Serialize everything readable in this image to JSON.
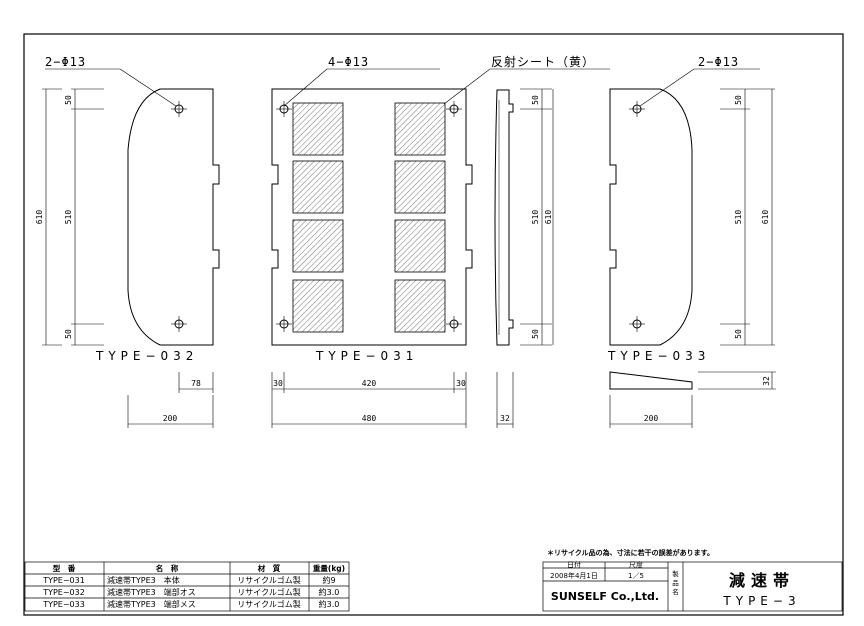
{
  "callouts": {
    "holes_left": "2−Φ13",
    "holes_center": "4−Φ13",
    "reflector": "反射シート（黄）",
    "holes_right": "2−Φ13"
  },
  "views": {
    "type_032": {
      "label": "TYPE−032",
      "dim_total": "610",
      "dim_top": "50",
      "dim_mid": "510",
      "dim_bottom": "50",
      "dim_width": "200",
      "dim_offset": "78"
    },
    "type_031": {
      "label": "TYPE−031",
      "dim_left": "30",
      "dim_mid": "420",
      "dim_right": "30",
      "dim_width": "480"
    },
    "side": {
      "dim_top": "50",
      "dim_mid": "510",
      "dim_total": "610",
      "dim_bottom": "50",
      "dim_thickness": "32"
    },
    "type_033": {
      "label": "TYPE−033",
      "dim_top": "50",
      "dim_mid": "510",
      "dim_total": "610",
      "dim_bottom": "50",
      "dim_height": "32",
      "dim_width": "200"
    }
  },
  "note": "＊リサイクル品の為、寸法に若干の誤差があります。",
  "parts_table": {
    "headers": [
      "型　番",
      "名　称",
      "材　質",
      "重量(kg)"
    ],
    "rows": [
      [
        "TYPE−031",
        "減速帯TYPE3　本体",
        "リサイクルゴム製",
        "約9"
      ],
      [
        "TYPE−032",
        "減速帯TYPE3　端部オス",
        "リサイクルゴム製",
        "約3.0"
      ],
      [
        "TYPE−033",
        "減速帯TYPE3　端部メス",
        "リサイクルゴム製",
        "約3.0"
      ]
    ]
  },
  "title_block": {
    "date_header": "日付",
    "scale_header": "尺度",
    "date": "2008年4月1日",
    "scale": "1／5",
    "company": "SUNSELF Co.,Ltd.",
    "side_label": "製品名",
    "product_name": "減速帯",
    "product_type": "TYPE−3"
  }
}
